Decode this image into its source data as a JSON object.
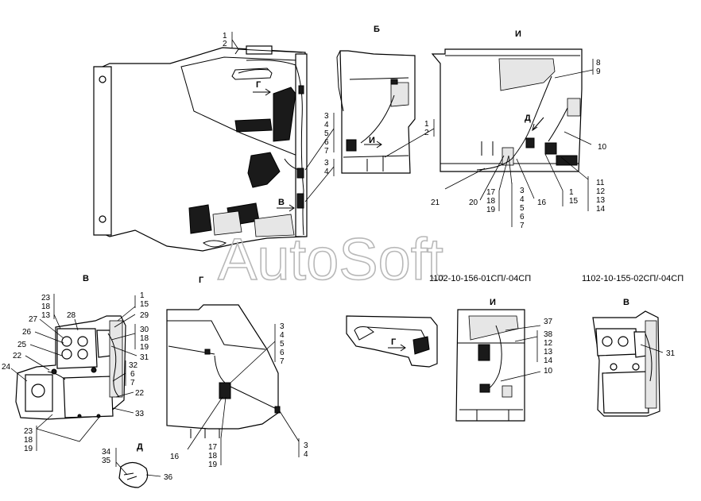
{
  "watermark": "AutoSoft",
  "view_titles": {
    "b": "Б",
    "i": "И",
    "v": "В",
    "g": "Г",
    "d": "Д",
    "i2": "И",
    "v2": "В"
  },
  "variant_labels": {
    "left": "1102-10-156-01СП/-04СП",
    "right": "1102-10-155-02СП/-04СП"
  },
  "arrow_labels": {
    "g_main": "Г",
    "v_main": "В",
    "i_main": "И",
    "d_main": "Д",
    "g_variant": "Г"
  },
  "callouts": {
    "main_1_2": [
      "1",
      "2"
    ],
    "main_3_7": [
      "3",
      "4",
      "5",
      "6",
      "7"
    ],
    "main_3_4": [
      "3",
      "4"
    ],
    "b_1_2": [
      "1",
      "2"
    ],
    "i_8_9": [
      "8",
      "9"
    ],
    "i_10": "10",
    "i_11_14": [
      "11",
      "12",
      "13",
      "14"
    ],
    "i_21": "21",
    "i_20": "20",
    "i_17_19": [
      "17",
      "18",
      "19"
    ],
    "i_3_7": [
      "3",
      "4",
      "5",
      "6",
      "7"
    ],
    "i_16": "16",
    "i_1_15": [
      "1",
      "15"
    ],
    "v_23_13": [
      "23",
      "18",
      "13"
    ],
    "v_27": "27",
    "v_28": "28",
    "v_26": "26",
    "v_25": "25",
    "v_22_top": "22",
    "v_24": "24",
    "v_1_15": [
      "1",
      "15"
    ],
    "v_29": "29",
    "v_30_19": [
      "30",
      "18",
      "19"
    ],
    "v_31": "31",
    "v_32_7": [
      "32",
      "6",
      "7"
    ],
    "v_22_right": "22",
    "v_33": "33",
    "v_23_19": [
      "23",
      "18",
      "19"
    ],
    "g_3_7": [
      "3",
      "4",
      "5",
      "6",
      "7"
    ],
    "g_16": "16",
    "g_17_19": [
      "17",
      "18",
      "19"
    ],
    "g_3_4": [
      "3",
      "4"
    ],
    "d_34_35": [
      "34",
      "35"
    ],
    "d_36": "36",
    "i2_37": "37",
    "i2_38_14": [
      "38",
      "12",
      "13",
      "14"
    ],
    "i2_10": "10",
    "v2_31": "31"
  }
}
